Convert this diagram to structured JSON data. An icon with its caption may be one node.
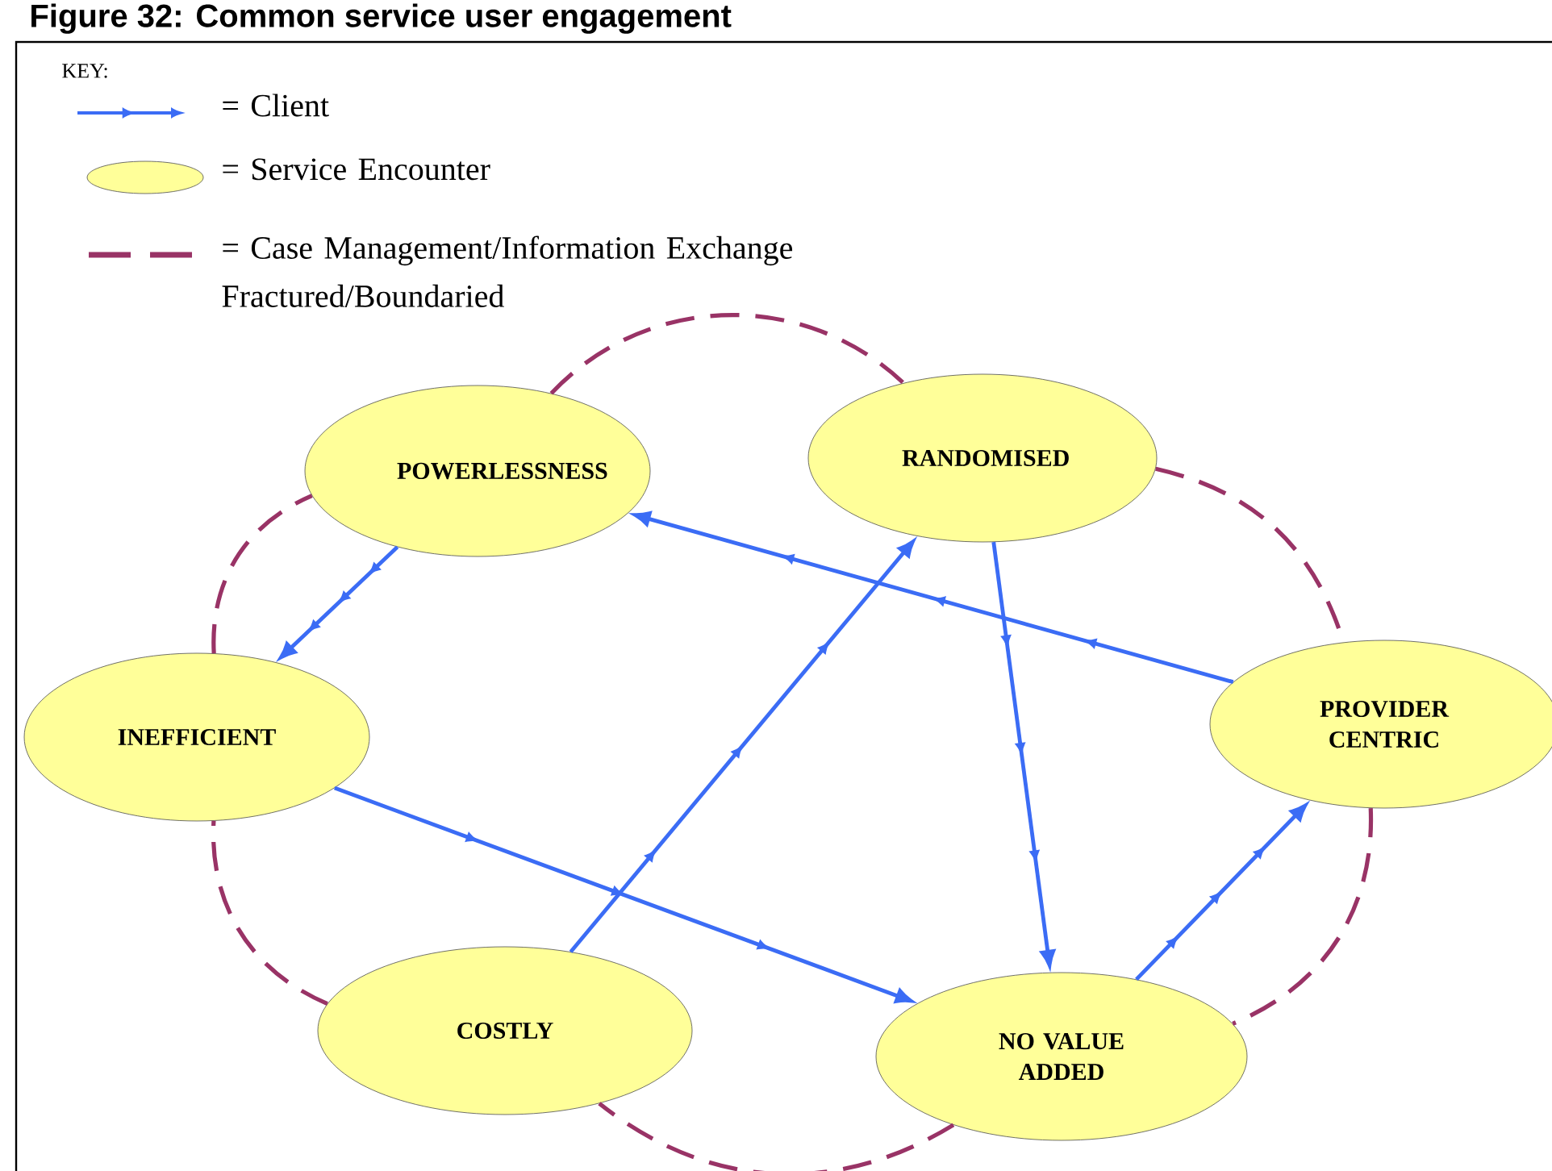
{
  "diagram": {
    "title": "Figure 32: Common service user engagement",
    "nodes": [
      {
        "text": [
          "POWERLESSNESS"
        ]
      },
      {
        "text": [
          "RANDOMISED"
        ]
      },
      {
        "text": [
          "INEFFICIENT"
        ]
      },
      {
        "text": [
          "PROVIDER CENTRIC"
        ]
      },
      {
        "text": [
          "COSTLY"
        ]
      },
      {
        "text": [
          "NO VALUE ADDED"
        ]
      }
    ],
    "edges": [
      {
        "from": 0,
        "to": 2,
        "arrow": "to"
      },
      {
        "from": 2,
        "to": 5,
        "arrow": "to"
      },
      {
        "from": 4,
        "to": 1,
        "arrow": "to"
      },
      {
        "from": 1,
        "to": 5,
        "arrow": "to"
      },
      {
        "from": 5,
        "to": 3,
        "arrow": "to"
      },
      {
        "from": 3,
        "to": 0,
        "arrow": "to"
      },
      {
        "from": 0,
        "to": 1,
        "arrow": "none",
        "style": "dashed",
        "color": "#993366"
      },
      {
        "from": 1,
        "to": 3,
        "arrow": "none",
        "style": "dashed",
        "color": "#993366"
      },
      {
        "from": 3,
        "to": 5,
        "arrow": "none",
        "style": "dashed",
        "color": "#993366"
      },
      {
        "from": 5,
        "to": 4,
        "arrow": "none",
        "style": "dashed",
        "color": "#993366"
      },
      {
        "from": 4,
        "to": 2,
        "arrow": "none",
        "style": "dashed",
        "color": "#993366"
      },
      {
        "from": 2,
        "to": 0,
        "arrow": "none",
        "style": "dashed",
        "color": "#993366"
      }
    ],
    "labels": [
      "KEY:"
    ],
    "legend": [
      {
        "text": "= Client"
      },
      {
        "text": "= Service Encounter"
      },
      {
        "text": "= Case Management/Information Exchange Fractured/Boundaried"
      }
    ]
  }
}
